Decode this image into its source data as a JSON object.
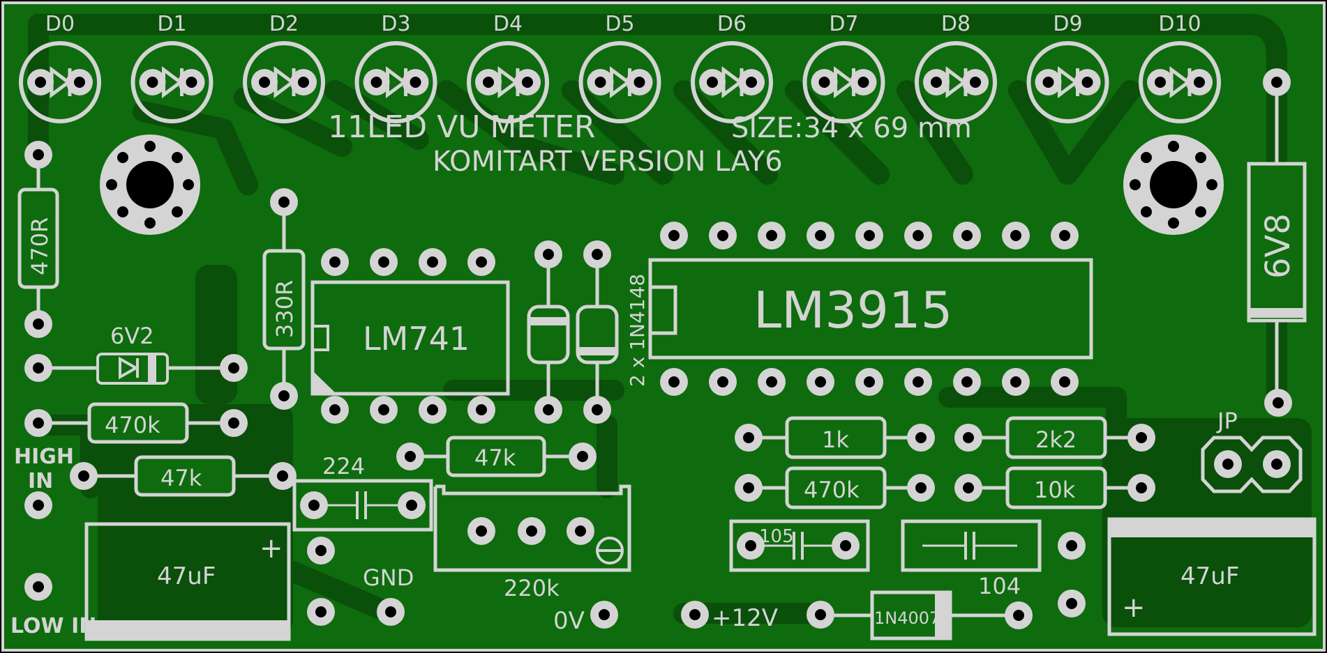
{
  "board": {
    "title": "11LED VU METER",
    "size_label": "SIZE:34 x 69 mm",
    "version_label": "KOMITART VERSION LAY6"
  },
  "leds": [
    "D0",
    "D1",
    "D2",
    "D3",
    "D4",
    "D5",
    "D6",
    "D7",
    "D8",
    "D9",
    "D10"
  ],
  "ics": {
    "lm3915": "LM3915",
    "lm741": "LM741"
  },
  "resistors": {
    "r470r": "470R",
    "r330r": "330R",
    "r470k_left": "470k",
    "r47k_left": "47k",
    "r47k_mid": "47k",
    "r1k": "1k",
    "r2k2": "2k2",
    "r470k_right": "470k",
    "r10k": "10k"
  },
  "diodes": {
    "zener_6v2": "6V2",
    "zener_6v8": "6V8",
    "pair_1n4148": "2 x 1N4148",
    "rect_1n4007": "1N4007"
  },
  "capacitors": {
    "c224": "224",
    "c105": "105",
    "c104": "104",
    "elec_left": "47uF",
    "elec_right": "47uF",
    "plus": "+"
  },
  "pot": {
    "label": "220k"
  },
  "jumper": {
    "label": "JP"
  },
  "terminals": {
    "high_in_1": "HIGH",
    "high_in_2": "IN",
    "low_in": "LOW IN",
    "gnd": "GND",
    "zero_v": "0V",
    "plus_12v": "+12V"
  },
  "colors": {
    "board": "#0e6b0e",
    "copper": "#0a4f0a",
    "silk": "#d4d4d4",
    "hole": "#000000"
  }
}
